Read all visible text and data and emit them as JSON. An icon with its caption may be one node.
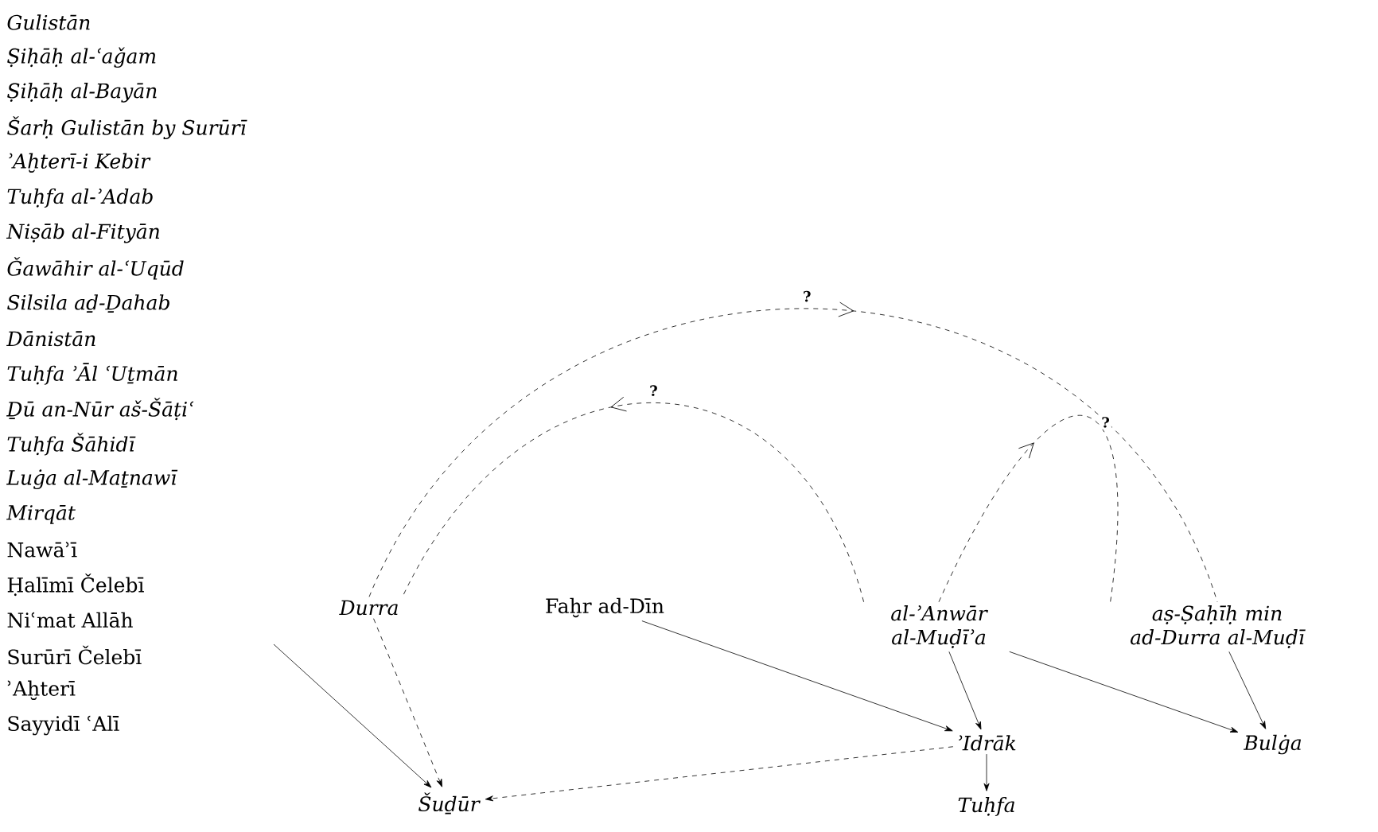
{
  "diagram": {
    "nodes": [
      {
        "text": [
          "Durra"
        ]
      },
      {
        "text": [
          "Faḫr ad-Dīn"
        ]
      },
      {
        "text": [
          "al-ʾAnwār al-Muḍīʾa"
        ]
      },
      {
        "text": [
          "aṣ-Ṣaḥīḥ min ad-Durra al-Muḍī"
        ]
      },
      {
        "text": [
          "ʾIdrāk"
        ]
      },
      {
        "text": [
          "Bulġa"
        ]
      },
      {
        "text": [
          "Šuḏūr"
        ]
      },
      {
        "text": [
          "Tuḥfa"
        ]
      }
    ],
    "edges": [
      {
        "from": 0,
        "to": 3,
        "arrow": "to",
        "style": "dashed",
        "label": "?"
      },
      {
        "from": 2,
        "to": 0,
        "arrow": "to",
        "style": "dashed",
        "label": "?"
      },
      {
        "from": 2,
        "to": 3,
        "arrow": "to",
        "style": "dashed",
        "label": "?"
      },
      {
        "from": 0,
        "to": 6,
        "arrow": "to",
        "style": "dashed"
      },
      {
        "from": 1,
        "to": 4,
        "arrow": "to"
      },
      {
        "from": 2,
        "to": 4,
        "arrow": "to"
      },
      {
        "from": 2,
        "to": 5,
        "arrow": "to"
      },
      {
        "from": 3,
        "to": 5,
        "arrow": "to"
      },
      {
        "from": 4,
        "to": 6,
        "arrow": "to",
        "style": "dashed"
      },
      {
        "from": 4,
        "to": 7,
        "arrow": "to"
      },
      {
        "from": null,
        "to": 6,
        "arrow": "to"
      }
    ],
    "labels": [
      "Gulistān",
      "Ṣiḥāḥ al-ʿaǧam",
      "Ṣiḥāḥ al-Bayān",
      "Šarḥ Gulistān by Surūrī",
      "ʾAḫterī-i Kebir",
      "Tuḥfa al-ʾAdab",
      "Niṣāb al-Fityān",
      "Ǧawāhir al-ʿUqūd",
      "Silsila aḏ-Ḏahab",
      "Dānistān",
      "Tuḥfa ʾĀl ʿUṯmān",
      "Ḏū an-Nūr aš-Šāṭiʿ",
      "Tuḥfa Šāhidī",
      "Luġa al-Maṯnawī",
      "Mirqāt",
      "Nawāʾī",
      "Ḥalīmī Čelebī",
      "Niʿmat Allāh",
      "Surūrī Čelebī",
      "ʾAḫterī",
      "Sayyidī ʿAlī"
    ]
  }
}
